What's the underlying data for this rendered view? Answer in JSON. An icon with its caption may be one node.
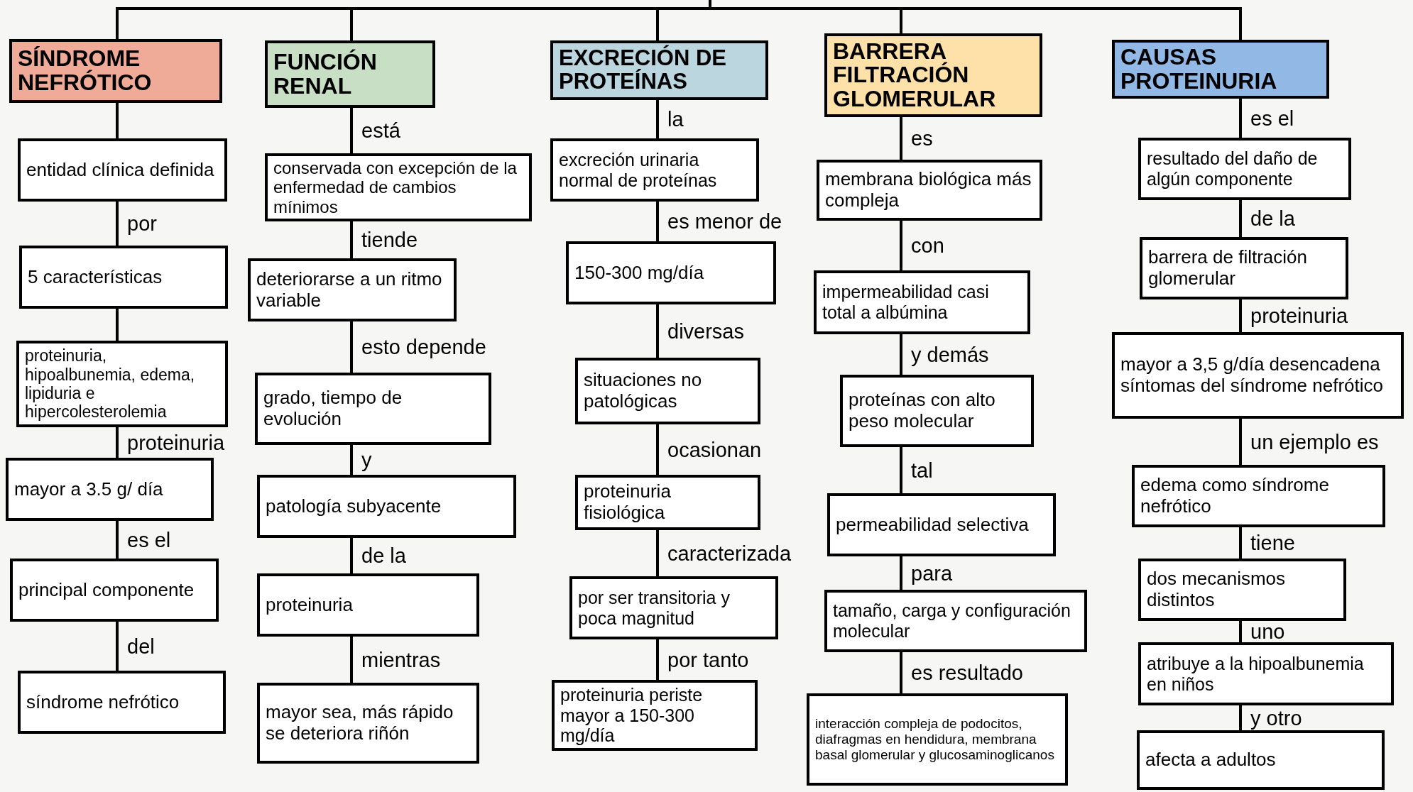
{
  "diagram": {
    "nodes": [
      {
        "text": [
          "SÍNDROME NEFRÓTICO"
        ]
      },
      {
        "text": [
          "entidad clínica definida"
        ]
      },
      {
        "text": [
          "5 características"
        ]
      },
      {
        "text": [
          "proteinuria, hipoalbunemia, edema, lipiduria e hipercolesterolemia"
        ]
      },
      {
        "text": [
          "mayor a 3.5 g/ día"
        ]
      },
      {
        "text": [
          "principal componente"
        ]
      },
      {
        "text": [
          "síndrome nefrótico"
        ]
      },
      {
        "text": [
          "FUNCIÓN RENAL"
        ]
      },
      {
        "text": [
          "conservada con excepción de la enfermedad de cambios mínimos"
        ]
      },
      {
        "text": [
          "deteriorarse a un ritmo variable"
        ]
      },
      {
        "text": [
          "grado, tiempo de evolución"
        ]
      },
      {
        "text": [
          "patología subyacente"
        ]
      },
      {
        "text": [
          "proteinuria"
        ]
      },
      {
        "text": [
          "mayor sea, más rápido se deteriora riñón"
        ]
      },
      {
        "text": [
          "EXCRECIÓN DE PROTEÍNAS"
        ]
      },
      {
        "text": [
          "excreción urinaria normal de proteínas"
        ]
      },
      {
        "text": [
          "150-300 mg/día"
        ]
      },
      {
        "text": [
          "situaciones no patológicas"
        ]
      },
      {
        "text": [
          "proteinuria fisiológica"
        ]
      },
      {
        "text": [
          "por ser transitoria y poca magnitud"
        ]
      },
      {
        "text": [
          "proteinuria periste mayor a 150-300 mg/día"
        ]
      },
      {
        "text": [
          "BARRERA FILTRACIÓN GLOMERULAR"
        ]
      },
      {
        "text": [
          "membrana biológica más compleja"
        ]
      },
      {
        "text": [
          "impermeabilidad casi total a albúmina"
        ]
      },
      {
        "text": [
          "proteínas con alto peso molecular"
        ]
      },
      {
        "text": [
          "permeabilidad selectiva"
        ]
      },
      {
        "text": [
          "tamaño, carga y configuración molecular"
        ]
      },
      {
        "text": [
          "interacción compleja de podocitos, diafragmas en hendidura, membrana basal glomerular y glucosaminoglicanos"
        ]
      },
      {
        "text": [
          "CAUSAS PROTEINURIA"
        ]
      },
      {
        "text": [
          "resultado del daño de algún componente"
        ]
      },
      {
        "text": [
          "barrera de filtración glomerular"
        ]
      },
      {
        "text": [
          "mayor a 3,5 g/día desencadena síntomas del síndrome nefrótico"
        ]
      },
      {
        "text": [
          "edema como síndrome nefrótico"
        ]
      },
      {
        "text": [
          "dos mecanismos distintos"
        ]
      },
      {
        "text": [
          "atribuye a la hipoalbunemia en niños"
        ]
      },
      {
        "text": [
          "afecta a adultos"
        ]
      }
    ],
    "edges": [
      {
        "from": null,
        "to": 0,
        "arrow": "none"
      },
      {
        "from": null,
        "to": 7,
        "arrow": "none"
      },
      {
        "from": null,
        "to": 14,
        "arrow": "none"
      },
      {
        "from": null,
        "to": 21,
        "arrow": "none"
      },
      {
        "from": null,
        "to": 28,
        "arrow": "none"
      },
      {
        "from": 0,
        "to": 1,
        "arrow": "none"
      },
      {
        "from": 1,
        "to": 2,
        "arrow": "none",
        "label": "por"
      },
      {
        "from": 2,
        "to": 3,
        "arrow": "none"
      },
      {
        "from": 3,
        "to": 4,
        "arrow": "none",
        "label": "proteinuria"
      },
      {
        "from": 4,
        "to": 5,
        "arrow": "none",
        "label": "es el"
      },
      {
        "from": 5,
        "to": 6,
        "arrow": "none",
        "label": "del"
      },
      {
        "from": 7,
        "to": 8,
        "arrow": "none",
        "label": "está"
      },
      {
        "from": 8,
        "to": 9,
        "arrow": "none",
        "label": "tiende"
      },
      {
        "from": 9,
        "to": 10,
        "arrow": "none",
        "label": "esto depende"
      },
      {
        "from": 10,
        "to": 11,
        "arrow": "none",
        "label": "y"
      },
      {
        "from": 11,
        "to": 12,
        "arrow": "none",
        "label": "de la"
      },
      {
        "from": 12,
        "to": 13,
        "arrow": "none",
        "label": "mientras"
      },
      {
        "from": 14,
        "to": 15,
        "arrow": "none",
        "label": "la"
      },
      {
        "from": 15,
        "to": 16,
        "arrow": "none",
        "label": "es menor de"
      },
      {
        "from": 16,
        "to": 17,
        "arrow": "none",
        "label": "diversas"
      },
      {
        "from": 17,
        "to": 18,
        "arrow": "none",
        "label": "ocasionan"
      },
      {
        "from": 18,
        "to": 19,
        "arrow": "none",
        "label": "caracterizada"
      },
      {
        "from": 19,
        "to": 20,
        "arrow": "none",
        "label": "por tanto"
      },
      {
        "from": 21,
        "to": 22,
        "arrow": "none",
        "label": "es"
      },
      {
        "from": 22,
        "to": 23,
        "arrow": "none",
        "label": "con"
      },
      {
        "from": 23,
        "to": 24,
        "arrow": "none",
        "label": "y demás"
      },
      {
        "from": 24,
        "to": 25,
        "arrow": "none",
        "label": "tal"
      },
      {
        "from": 25,
        "to": 26,
        "arrow": "none",
        "label": "para"
      },
      {
        "from": 26,
        "to": 27,
        "arrow": "none",
        "label": "es resultado"
      },
      {
        "from": 28,
        "to": 29,
        "arrow": "none",
        "label": "es el"
      },
      {
        "from": 29,
        "to": 30,
        "arrow": "none",
        "label": "de la"
      },
      {
        "from": 30,
        "to": 31,
        "arrow": "none",
        "label": "proteinuria"
      },
      {
        "from": 31,
        "to": 32,
        "arrow": "none",
        "label": "un ejemplo es"
      },
      {
        "from": 32,
        "to": 33,
        "arrow": "none",
        "label": "tiene"
      },
      {
        "from": 33,
        "to": 34,
        "arrow": "none",
        "label": "uno"
      },
      {
        "from": 34,
        "to": 35,
        "arrow": "none",
        "label": "y otro"
      }
    ]
  }
}
